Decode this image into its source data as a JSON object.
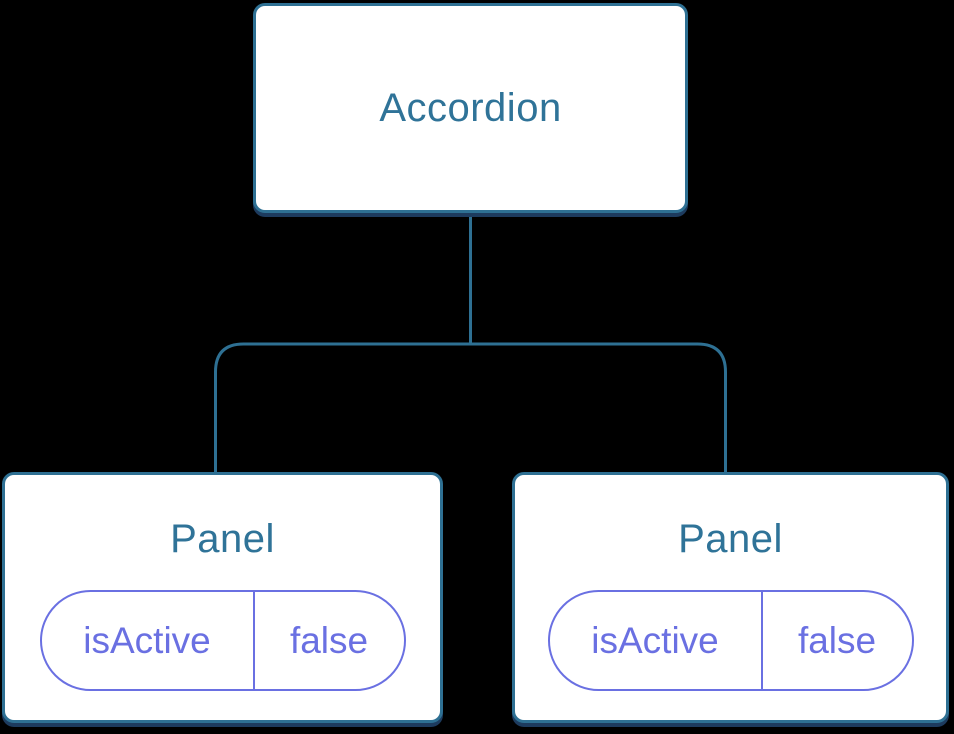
{
  "diagram": {
    "description": "Component tree diagram: Accordion parent with two Panel children, each holding local state",
    "root": {
      "label": "Accordion"
    },
    "children": [
      {
        "label": "Panel",
        "state": {
          "key": "isActive",
          "value": "false"
        }
      },
      {
        "label": "Panel",
        "state": {
          "key": "isActive",
          "value": "false"
        }
      }
    ],
    "colors": {
      "background": "#000000",
      "box_fill": "#FFFFFF",
      "box_border": "#2E7093",
      "box_shadow": "#1D3B5E",
      "title_text": "#2F7398",
      "connector_line": "#2E7093",
      "pill_accent": "#6A70E2"
    }
  }
}
